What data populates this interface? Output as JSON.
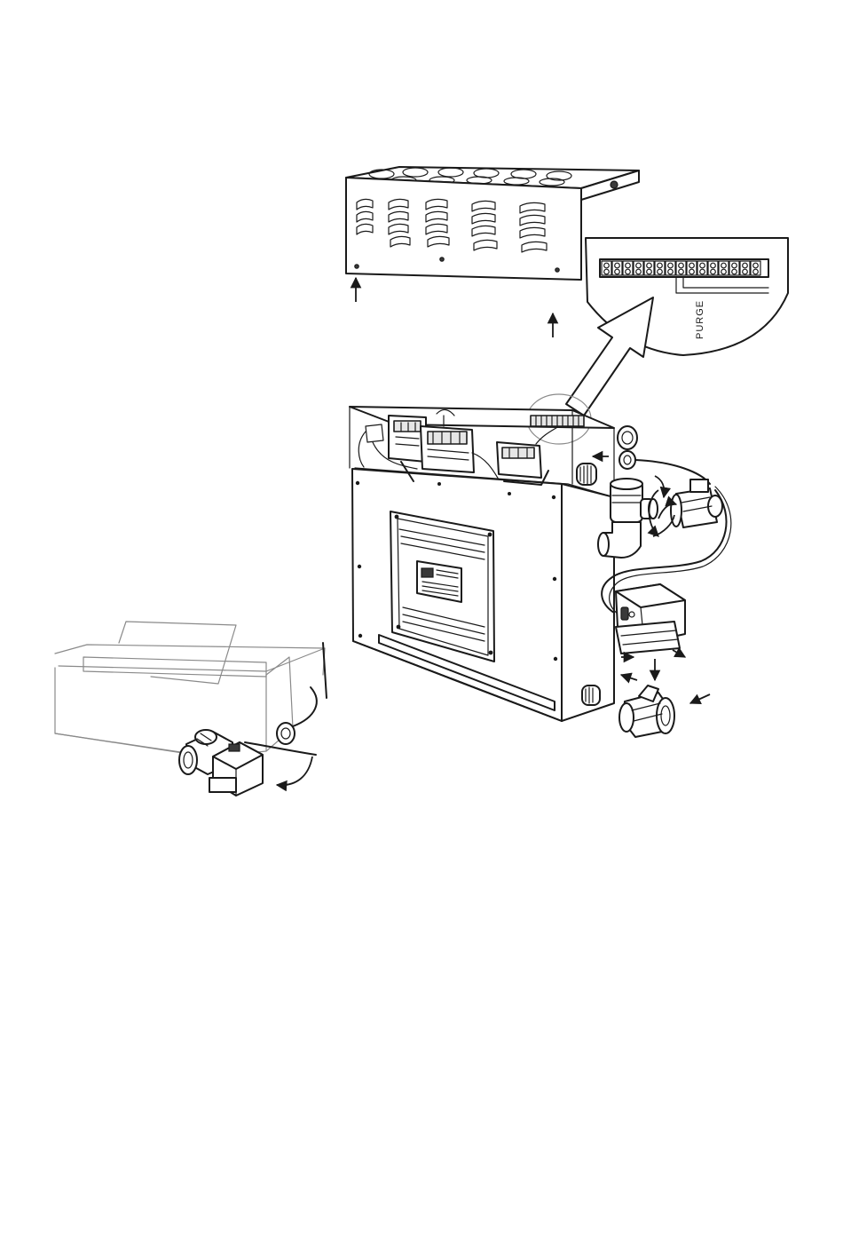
{
  "callout": {
    "label": "PURGE"
  },
  "parts": [
    {
      "name": "top-cover",
      "icon": "vented-cover"
    },
    {
      "name": "generator-housing",
      "icon": "steam-generator"
    },
    {
      "name": "terminal-strip",
      "icon": "terminal-block"
    },
    {
      "name": "water-valve",
      "icon": "valve"
    },
    {
      "name": "solenoid",
      "icon": "solenoid-box"
    }
  ],
  "colors": {
    "line": "#1a1a1a",
    "background": "#ffffff"
  }
}
